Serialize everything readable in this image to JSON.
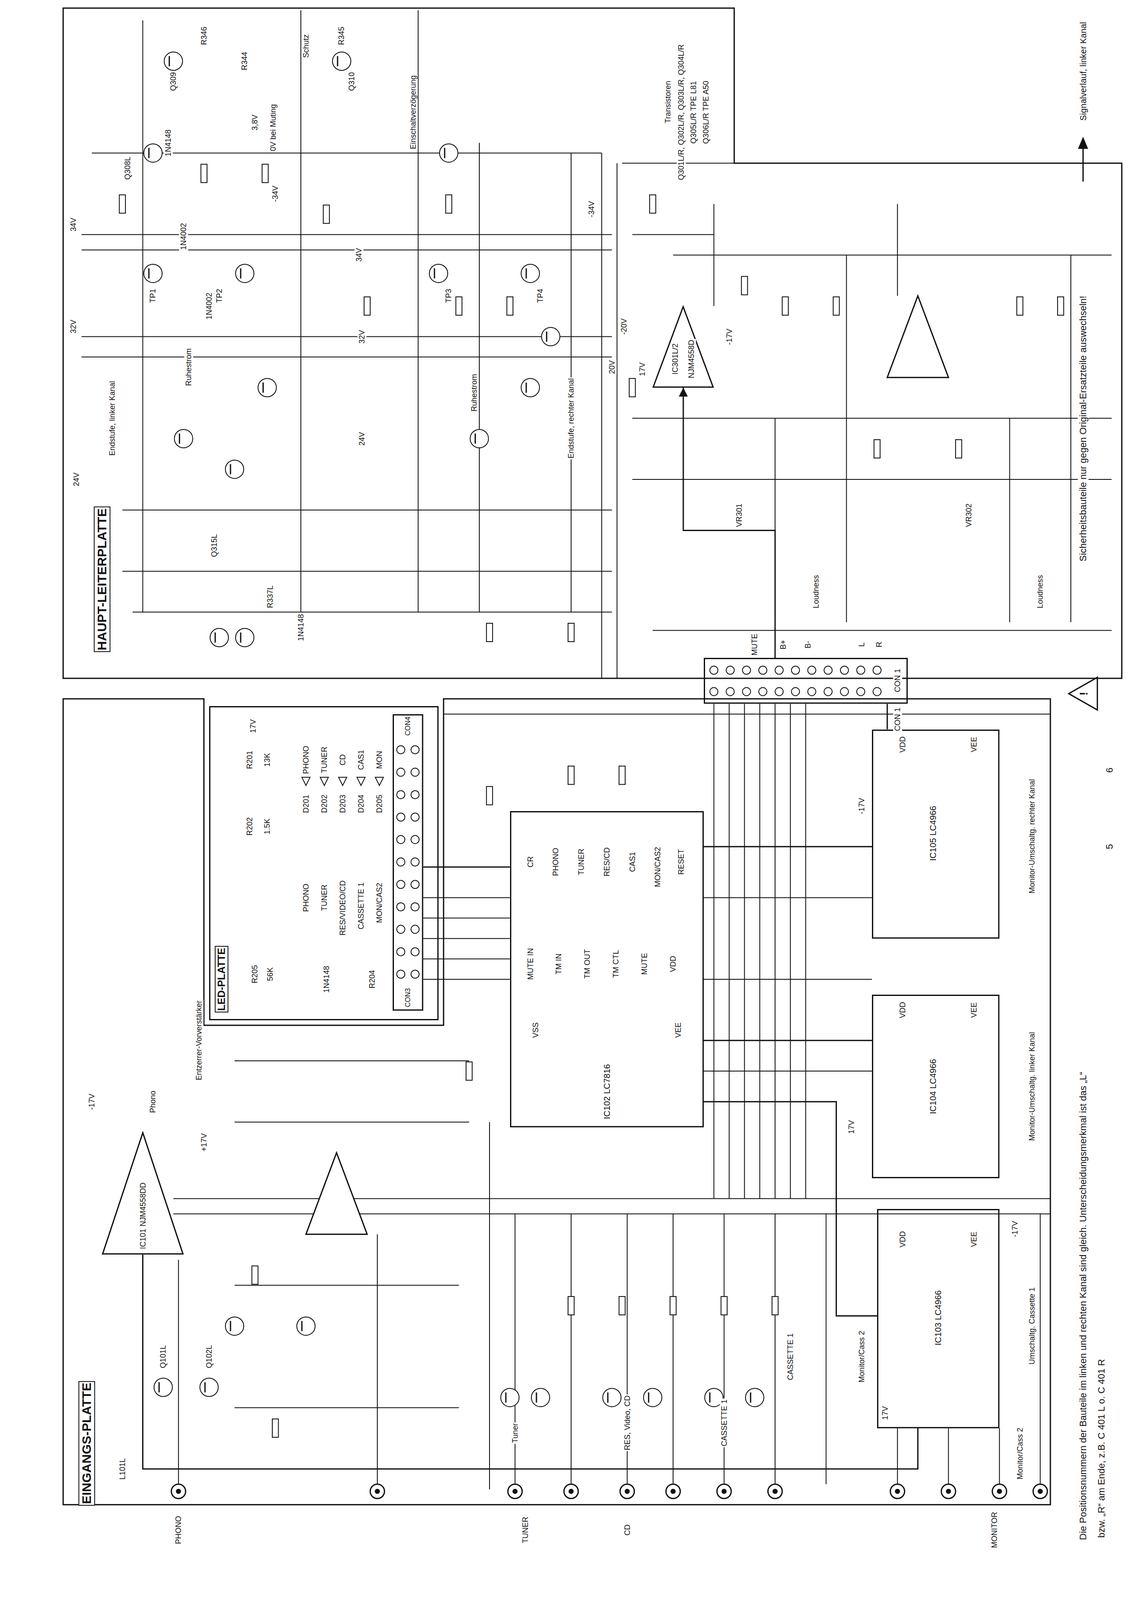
{
  "diagram": {
    "nodes": [
      {
        "text": [
          "HAUPT-LEITERPLATTE"
        ]
      },
      {
        "text": [
          "IC301L/2",
          "NJM4558D"
        ],
        "in": 0
      },
      {
        "text": [
          "CON 1"
        ]
      },
      {
        "text": [
          "LED-PLATTE"
        ]
      },
      {
        "text": [
          "CON4",
          "CON3"
        ],
        "in": 3
      },
      {
        "text": [
          "EINGANGS-PLATTE"
        ]
      },
      {
        "text": [
          "IC101 NJM4558DD"
        ],
        "in": 5
      },
      {
        "text": [
          "IC102 LC7816"
        ],
        "in": 5
      },
      {
        "text": [
          "IC103 LC4966"
        ],
        "in": 5
      },
      {
        "text": [
          "IC104 LC4966"
        ],
        "in": 5
      },
      {
        "text": [
          "IC105 LC4966"
        ],
        "in": 5
      }
    ],
    "edges": [
      {
        "from": 4,
        "to": 7,
        "arrow": "none"
      },
      {
        "from": 7,
        "to": 8,
        "arrow": "none"
      },
      {
        "from": 7,
        "to": 9,
        "arrow": "none"
      },
      {
        "from": 7,
        "to": 10,
        "arrow": "none"
      },
      {
        "from": 10,
        "to": 2,
        "arrow": "none"
      },
      {
        "from": 2,
        "to": 1,
        "arrow": "to"
      },
      {
        "from": 6,
        "to": 8,
        "arrow": "none"
      }
    ],
    "labels": [
      "Schutz",
      "Einschaltverzögerung",
      "3,8V",
      "0V bei Muting",
      "Q309",
      "Q310",
      "R346",
      "R344",
      "R345",
      "1N4148",
      "Q308L",
      "34V",
      "-34V",
      "34V",
      "-34V",
      "1N4002",
      "1N4002",
      "TP1",
      "TP2",
      "TP3",
      "TP4",
      "32V",
      "32V",
      "Ruhestrom",
      "Ruhestrom",
      "Endstufe, linker Kanal",
      "Endstufe, rechter Kanal",
      "24V",
      "24V",
      "Q315L",
      "R337L",
      "1N4148",
      "-20V",
      "20V",
      "-17V",
      "17V",
      "Transistoren",
      "Q301L/R, Q302L/R, Q303L/R, Q304L/R",
      "Q305L/R TPE L81",
      "Q306L/R TPE A50",
      "Loudness",
      "Loudness",
      "VR301",
      "VR302",
      "CON 1",
      "MUTE",
      "B+",
      "B-",
      "L",
      "R",
      "17V",
      "PHONO",
      "TUNER",
      "CD",
      "CAS1",
      "MON",
      "D201",
      "D202",
      "D203",
      "D204",
      "D205",
      "R201",
      "13K",
      "R202",
      "1.5K",
      "PHONO",
      "TUNER",
      "RES/VIDEO/CD",
      "CASSETTE 1",
      "MON/CAS2",
      "1N4148",
      "R205",
      "56K",
      "R204",
      "CR",
      "PHONO",
      "TUNER",
      "RES/CD",
      "CAS1",
      "MON/CAS2",
      "RESET",
      "MUTE IN",
      "TM IN",
      "TM OUT",
      "TM CTL",
      "MUTE",
      "VDD",
      "VSS",
      "VEE",
      "VDD",
      "VEE",
      "VDD",
      "VEE",
      "VDD",
      "VEE",
      "17V",
      "-17V",
      "17V",
      "-17V",
      "Monitor-Umschaltg. rechter Kanal",
      "Monitor-Umschaltg. linker Kanal",
      "Umschaltg. Cassette 1",
      "Monitor/Cass 2",
      "Entzerrer-Vorverstärker",
      "Phono",
      "-17V",
      "+17V",
      "L101L",
      "Q101L",
      "Q102L",
      "Tuner",
      "RES, Video, CD",
      "CASSETTE 1",
      "CASSETTE 1",
      "Monitor/Cass 2",
      "PHONO",
      "TUNER",
      "CD",
      "MONITOR",
      "Die Positionsnummern der Bauteile im linken und rechten Kanal sind gleich. Unterscheidungsmerkmal ist das „L“",
      "bzw. „R“ am Ende, z.B. C 401 L o. C 401 R",
      "5",
      "6",
      "Sicherheitsbauteile nur gegen Original-Ersatzteile auswechseln!",
      "!"
    ],
    "legend": [
      {
        "text": "Signalverlauf, linker Kanal"
      }
    ]
  }
}
